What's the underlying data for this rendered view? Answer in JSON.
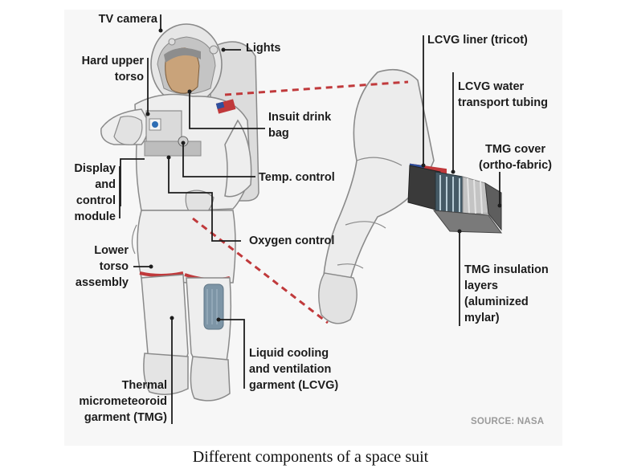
{
  "figure": {
    "caption": "Different components of a space suit",
    "source": "SOURCE: NASA",
    "colors": {
      "panel_background": "#f7f7f7",
      "suit": "#eeeeee",
      "suit_outline": "#8a8a8a",
      "face": "#c9a37a",
      "accent_red": "#c0393b",
      "flag_blue": "#2e4f9e",
      "lcvg_tubing": "#7d95a6",
      "leader_line": "#1c1c1c"
    },
    "labels": {
      "tv_camera": [
        "TV camera"
      ],
      "lights": [
        "Lights"
      ],
      "hard_upper_torso": [
        "Hard upper",
        "torso"
      ],
      "insuit_drink_bag": [
        "Insuit drink",
        "bag"
      ],
      "display_control_module": [
        "Display",
        "and",
        "control",
        "module"
      ],
      "temp_control": [
        "Temp. control"
      ],
      "oxygen_control": [
        "Oxygen control"
      ],
      "lower_torso_assembly": [
        "Lower",
        "torso",
        "assembly"
      ],
      "lcvg": [
        "Liquid cooling",
        "and ventilation",
        "garment (LCVG)"
      ],
      "tmg": [
        "Thermal",
        "micrometeoroid",
        "garment (TMG)"
      ],
      "lcvg_liner": [
        "LCVG liner (tricot)"
      ],
      "lcvg_tubing": [
        "LCVG water",
        "transport tubing"
      ],
      "tmg_cover": [
        "TMG cover",
        "(ortho-fabric)"
      ],
      "tmg_insulation": [
        "TMG insulation",
        "layers",
        "(aluminized",
        "mylar)"
      ]
    }
  }
}
